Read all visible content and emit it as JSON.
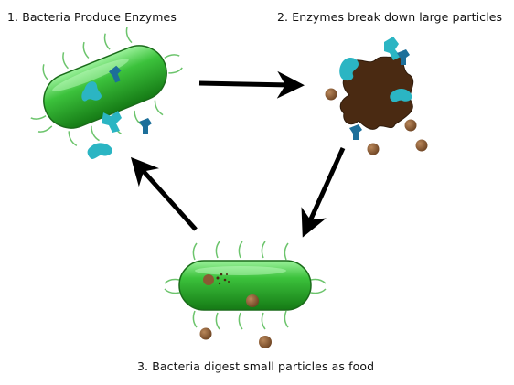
{
  "steps": [
    {
      "label": "1. Bacteria Produce Enzymes"
    },
    {
      "label": "2. Enzymes break down large particles"
    },
    {
      "label": "3. Bacteria digest small particles as food"
    }
  ],
  "colors": {
    "bacteria_dark": "#1f8a1f",
    "bacteria_light": "#6fe06f",
    "flagella": "#6cc46c",
    "enzyme_teal": "#2bb5c3",
    "enzyme_blue": "#1d6f9a",
    "particle_large": "#4a2a12",
    "particle_small": "#8a5a33",
    "arrow": "#000000"
  }
}
